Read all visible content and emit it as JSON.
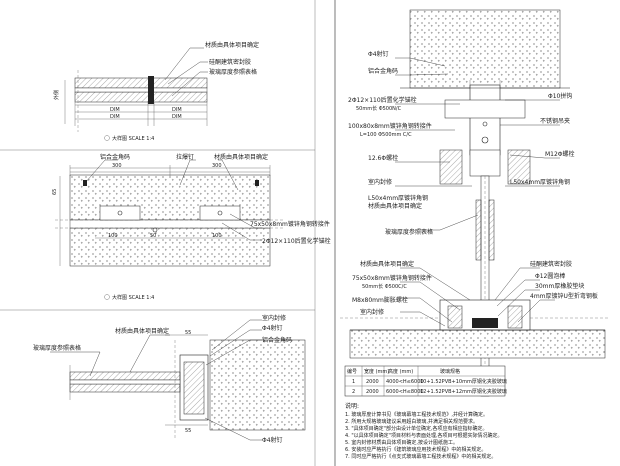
{
  "view1": {
    "label_a": "材质由具体项目确定",
    "label_b": "硅酮建筑密封胶",
    "label_c": "玻璃厚度参照表格",
    "dim": "DIM",
    "side": "外侧",
    "caption": "大样图 SCALE 1:4"
  },
  "view2": {
    "label_alu": "铝合金角码",
    "label_pull": "拉爆钉",
    "label_mat": "材质由具体项目确定",
    "dim_300a": "300",
    "dim_300b": "300",
    "dim_100a": "100",
    "dim_100b": "100",
    "dim_50": "50",
    "dim_65": "65",
    "label_angle": "75x50x8mm镀锌角钢转接件",
    "label_bolt": "2Φ12×110后置化学锚栓",
    "caption": "大样图 SCALE 1:4"
  },
  "view3": {
    "label_inner": "室内封修",
    "label_glass": "玻璃厚度参照表格",
    "label_mat": "材质由具体项目确定",
    "label_nail": "Φ4射钉",
    "label_alu": "铝合金角码",
    "dim_55a": "55",
    "dim_55b": "55",
    "label_nail2": "Φ4射钉"
  },
  "view4": {
    "label_nail": "Φ4射钉",
    "label_alu": "铝合金角码",
    "label_bolt": "2Φ12×110后置化学锚栓",
    "label_bolt_sub": "50mm长 Φ500N/C",
    "label_plate": "100x80x8mm镀锌角钢转接件",
    "label_plate_sub": "L=100 Φ500mm C/C",
    "label_r": "Φ10拼钩",
    "label_clip": "不锈钢吊夹",
    "label_m12": "M12Φ螺栓",
    "label_12": "12.6Φ螺栓",
    "label_inner": "室内封修",
    "label_angle": "L50x4mm厚镀锌角钢",
    "label_angle_sub": "材质由具体项目确定",
    "label_angle2": "L50x4mm厚镀锌角钢",
    "label_glass": "玻璃厚度参照表格"
  },
  "view5": {
    "label_mat": "材质由具体项目确定",
    "label_angle": "75x50x8mm镀锌角钢转接件",
    "label_angle_sub": "50mm长 Φ500C/C",
    "label_m8": "M8x80mm膨胀螺栓",
    "label_inner": "室内封修",
    "label_seal": "硅酮建筑密封胶",
    "label_rod": "Φ12圆泡棒",
    "label_rubber": "30mm厚橡胶垫块",
    "label_steel": "4mm厚镀锌U型折弯钢板"
  },
  "table": {
    "headers": [
      "编号",
      "宽度 (mm)",
      "高度 (mm)",
      "玻璃规格"
    ],
    "rows": [
      [
        "1",
        "2000",
        "4000<H≤6000",
        "10+1.52PVB+10mm厚钢化夹胶玻璃"
      ],
      [
        "2",
        "2000",
        "6000<H≤8000",
        "12+1.52PVB+12mm厚钢化夹胶玻璃"
      ]
    ]
  },
  "notes": {
    "title": "说明:",
    "lines": [
      "1. 玻璃厚度计算书见《玻璃幕墙工程技术规范》,并经计算确定。",
      "2. 所用大规格玻璃建议采用超白玻璃,并满足相关规范要求。",
      "3. \"具体项目确定\"部分由设计单位确定,各项应有相应指标确定。",
      "4. \"以具体项目确定\"项目材料与表面处理,各项目可根据实际情况确定。",
      "5. 室内封修材质由具体项目确定,按设计图纸施工。",
      "6. 安装时应严格执行《建筑玻璃应用技术规程》中的相关规定。",
      "7. 同时应严格执行《点支式玻璃幕墙工程技术规程》中的相关规定。"
    ]
  }
}
